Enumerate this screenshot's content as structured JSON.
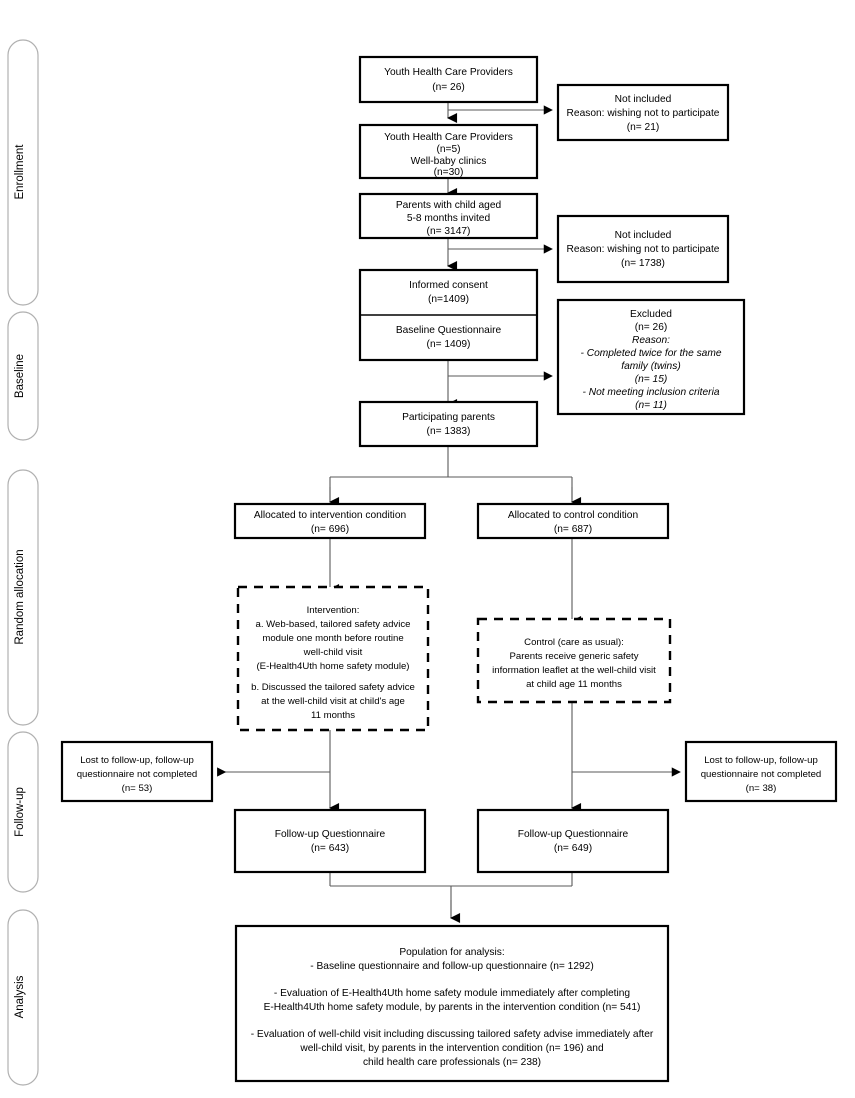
{
  "diagram": {
    "title": "CONSORT participant flow diagram",
    "type": "flowchart"
  },
  "stages": [
    {
      "id": "enrollment",
      "label": "Enrollment"
    },
    {
      "id": "baseline",
      "label": "Baseline"
    },
    {
      "id": "random-allocation",
      "label": "Random allocation"
    },
    {
      "id": "follow-up",
      "label": "Follow-up"
    },
    {
      "id": "analysis",
      "label": "Analysis"
    }
  ],
  "nodes": {
    "providers_invited": {
      "lines": [
        "Youth Health Care Providers",
        "(n= 26)"
      ]
    },
    "not_included_providers": {
      "lines": [
        "Not included",
        "Reason: wishing not to participate",
        "(n= 21)"
      ]
    },
    "providers_participating": {
      "lines": [
        "Youth Health Care Providers",
        "(n=5)",
        "Well-baby clinics",
        "(n=30)"
      ]
    },
    "parents_invited": {
      "lines": [
        "Parents with child aged",
        "5-8 months invited",
        "(n= 3147)"
      ]
    },
    "not_included_parents": {
      "lines": [
        "Not included",
        "Reason: wishing not to participate",
        "(n= 1738)"
      ]
    },
    "informed_consent": {
      "lines": [
        "Informed consent",
        "(n=1409)"
      ]
    },
    "baseline_questionnaire": {
      "lines": [
        "Baseline Questionnaire",
        "(n= 1409)"
      ]
    },
    "excluded": {
      "lines_plain": [
        "Excluded",
        "(n= 26)"
      ],
      "lines_italic": [
        "Reason:",
        "- Completed twice for the same",
        "family (twins)",
        "(n= 15)",
        "- Not meeting inclusion criteria",
        "(n= 11)"
      ]
    },
    "participating_parents": {
      "lines": [
        "Participating parents",
        "(n= 1383)"
      ]
    },
    "allocated_intervention": {
      "lines": [
        "Allocated to intervention condition",
        "(n= 696)"
      ]
    },
    "allocated_control": {
      "lines": [
        "Allocated to control condition",
        "(n= 687)"
      ]
    },
    "intervention_detail": {
      "lines": [
        "Intervention:",
        "a. Web-based, tailored safety advice",
        "module one month before routine",
        "well-child visit",
        "(E-Health4Uth home safety module)",
        "",
        "b. Discussed the tailored safety advice",
        "at the well-child visit at child's age",
        "11 months"
      ]
    },
    "control_detail": {
      "lines": [
        "Control (care as usual):",
        "Parents receive generic safety",
        "information leaflet at the well-child visit",
        "at child age 11 months"
      ]
    },
    "lost_intervention": {
      "lines": [
        "Lost to follow-up, follow-up",
        "questionnaire not completed",
        "(n= 53)"
      ]
    },
    "lost_control": {
      "lines": [
        "Lost to follow-up, follow-up",
        "questionnaire not completed",
        "(n= 38)"
      ]
    },
    "followup_intervention": {
      "lines": [
        "Follow-up Questionnaire",
        "(n= 643)"
      ]
    },
    "followup_control": {
      "lines": [
        "Follow-up Questionnaire",
        "(n= 649)"
      ]
    },
    "analysis_population": {
      "lines": [
        "Population for analysis:",
        "- Baseline questionnaire and follow-up questionnaire (n= 1292)",
        "",
        "- Evaluation of E-Health4Uth home safety module immediately after completing",
        "E-Health4Uth home safety module, by parents in the intervention condition  (n= 541)",
        "",
        "- Evaluation of well-child visit including discussing tailored safety advise immediately after",
        "well-child visit, by parents in the intervention condition (n= 196) and",
        "child health care professionals (n= 238)"
      ]
    }
  },
  "colors": {
    "box_border": "#000000",
    "connector": "#5a5a5a",
    "stage_border": "#b0b0b0",
    "background": "#ffffff"
  }
}
